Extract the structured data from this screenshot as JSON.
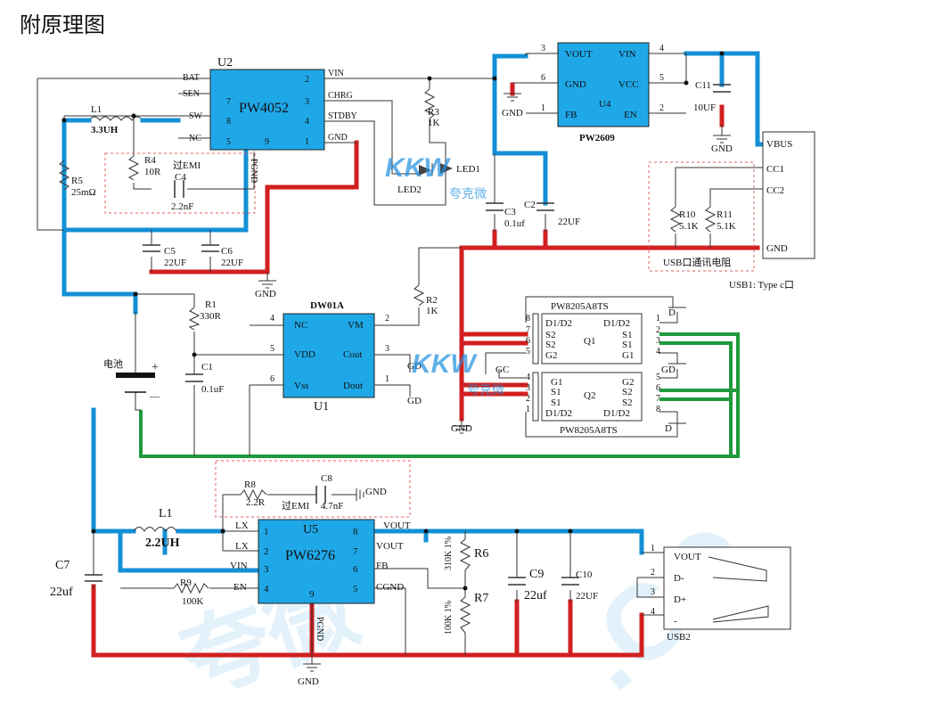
{
  "title": "附原理图",
  "watermark": {
    "logo": "KKW",
    "text": "夸克微"
  },
  "chips": {
    "u2": {
      "ref": "U2",
      "name": "PW4052",
      "pins_left": [
        "BAT",
        "SEN",
        "SW",
        "NC"
      ],
      "pins_left_num": [
        "",
        "7",
        "8",
        "5"
      ],
      "pins_right": [
        "VIN",
        "CHRG",
        "STDBY",
        "GND"
      ],
      "pins_right_num": [
        "2",
        "3",
        "4",
        "1"
      ],
      "pin_bottom": "9",
      "pgnd": "PGND"
    },
    "u4": {
      "ref": "U4",
      "name": "PW2609",
      "pins_left": [
        "VOUT",
        "GND",
        "FB"
      ],
      "pins_left_num": [
        "3",
        "6",
        "1"
      ],
      "pins_right": [
        "VIN",
        "VCC",
        "EN"
      ],
      "pins_right_num": [
        "4",
        "5",
        "2"
      ]
    },
    "u1": {
      "ref": "U1",
      "name": "DW01A",
      "pins_left": [
        "NC",
        "VDD",
        "Vss"
      ],
      "pins_left_num": [
        "4",
        "5",
        "6"
      ],
      "pins_right": [
        "VM",
        "Cout",
        "Dout"
      ],
      "pins_right_num": [
        "2",
        "3",
        "1"
      ]
    },
    "q1": {
      "ref": "Q1",
      "name": "PW8205A8TS",
      "pins_left": [
        "D1/D2",
        "S2",
        "S2",
        "G2"
      ],
      "pins_left_num": [
        "8",
        "7",
        "6",
        "5"
      ],
      "pins_right": [
        "D1/D2",
        "S1",
        "S1",
        "G1"
      ],
      "pins_right_num": [
        "1",
        "2",
        "3",
        "4"
      ],
      "d": "D"
    },
    "q2": {
      "ref": "Q2",
      "name": "PW8205A8TS",
      "pins_left": [
        "G1",
        "S1",
        "S1",
        "D1/D2"
      ],
      "pins_left_num": [
        "4",
        "3",
        "2",
        "1"
      ],
      "pins_right": [
        "G2",
        "S2",
        "S2",
        "D1/D2"
      ],
      "pins_right_num": [
        "5",
        "6",
        "7",
        "8"
      ],
      "d": "D"
    },
    "u5": {
      "ref": "U5",
      "name": "PW6276",
      "pins_left": [
        "LX",
        "LX",
        "VIN",
        "EN"
      ],
      "pins_left_num": [
        "1",
        "2",
        "3",
        "4"
      ],
      "pins_right": [
        "VOUT",
        "VOUT",
        "FB",
        "CGND"
      ],
      "pins_right_num": [
        "8",
        "7",
        "6",
        "5"
      ],
      "pin_bottom": "9",
      "pgnd": "PGND"
    }
  },
  "components": {
    "l1_top": {
      "ref": "L1",
      "value": "3.3UH"
    },
    "r3": {
      "ref": "R3",
      "value": "1K"
    },
    "r4": {
      "ref": "R4",
      "value": "10R"
    },
    "c4": {
      "ref": "C4",
      "value": "2.2nF",
      "note": "过EMI"
    },
    "r5": {
      "ref": "R5",
      "value": "25mΩ"
    },
    "c5": {
      "ref": "C5",
      "value": "22UF"
    },
    "c6": {
      "ref": "C6",
      "value": "22UF"
    },
    "led1": "LED1",
    "led2": "LED2",
    "c3": {
      "ref": "C3",
      "value": "0.1uf"
    },
    "c2": {
      "ref": "C2",
      "value": "22UF"
    },
    "c11": {
      "ref": "C11",
      "value": "10UF"
    },
    "r10": {
      "ref": "R10",
      "value": "5.1K"
    },
    "r11": {
      "ref": "R11",
      "value": "5.1K"
    },
    "usb_note": "USB口通讯电阻",
    "usb1_label": "USB1: Type c口",
    "usb1_pins": [
      "VBUS",
      "CC1",
      "CC2",
      "GND"
    ],
    "r1": {
      "ref": "R1",
      "value": "330R"
    },
    "c1": {
      "ref": "C1",
      "value": "0.1uF"
    },
    "r2": {
      "ref": "R2",
      "value": "1K"
    },
    "battery": "电池",
    "plus": "+",
    "minus": "—",
    "r8": {
      "ref": "R8",
      "value": "2.2R"
    },
    "c8": {
      "ref": "C8",
      "value": "4.7nF",
      "note": "过EMI"
    },
    "l1_bot": {
      "ref": "L1",
      "value": "2.2UH"
    },
    "c7": {
      "ref": "C7",
      "value": "22uf"
    },
    "r9": {
      "ref": "R9",
      "value": "100K"
    },
    "r6": {
      "ref": "R6",
      "value": "310K 1%"
    },
    "r7": {
      "ref": "R7",
      "value": "100K 1%"
    },
    "c9": {
      "ref": "C9",
      "value": "22uf"
    },
    "c10": {
      "ref": "C10",
      "value": "22UF"
    },
    "usb2_label": "USB2",
    "usb2_pins": [
      "VOUT",
      "D-",
      "D+",
      "-"
    ],
    "usb2_nums": [
      "1",
      "2",
      "3",
      "4"
    ]
  },
  "gnd": "GND",
  "gd": "GD",
  "gc": "GC",
  "colors": {
    "chip": "#1fa8e8",
    "blue_trace": "#1490d6",
    "red_trace": "#d21f1f",
    "green_trace": "#1e9a3c"
  }
}
